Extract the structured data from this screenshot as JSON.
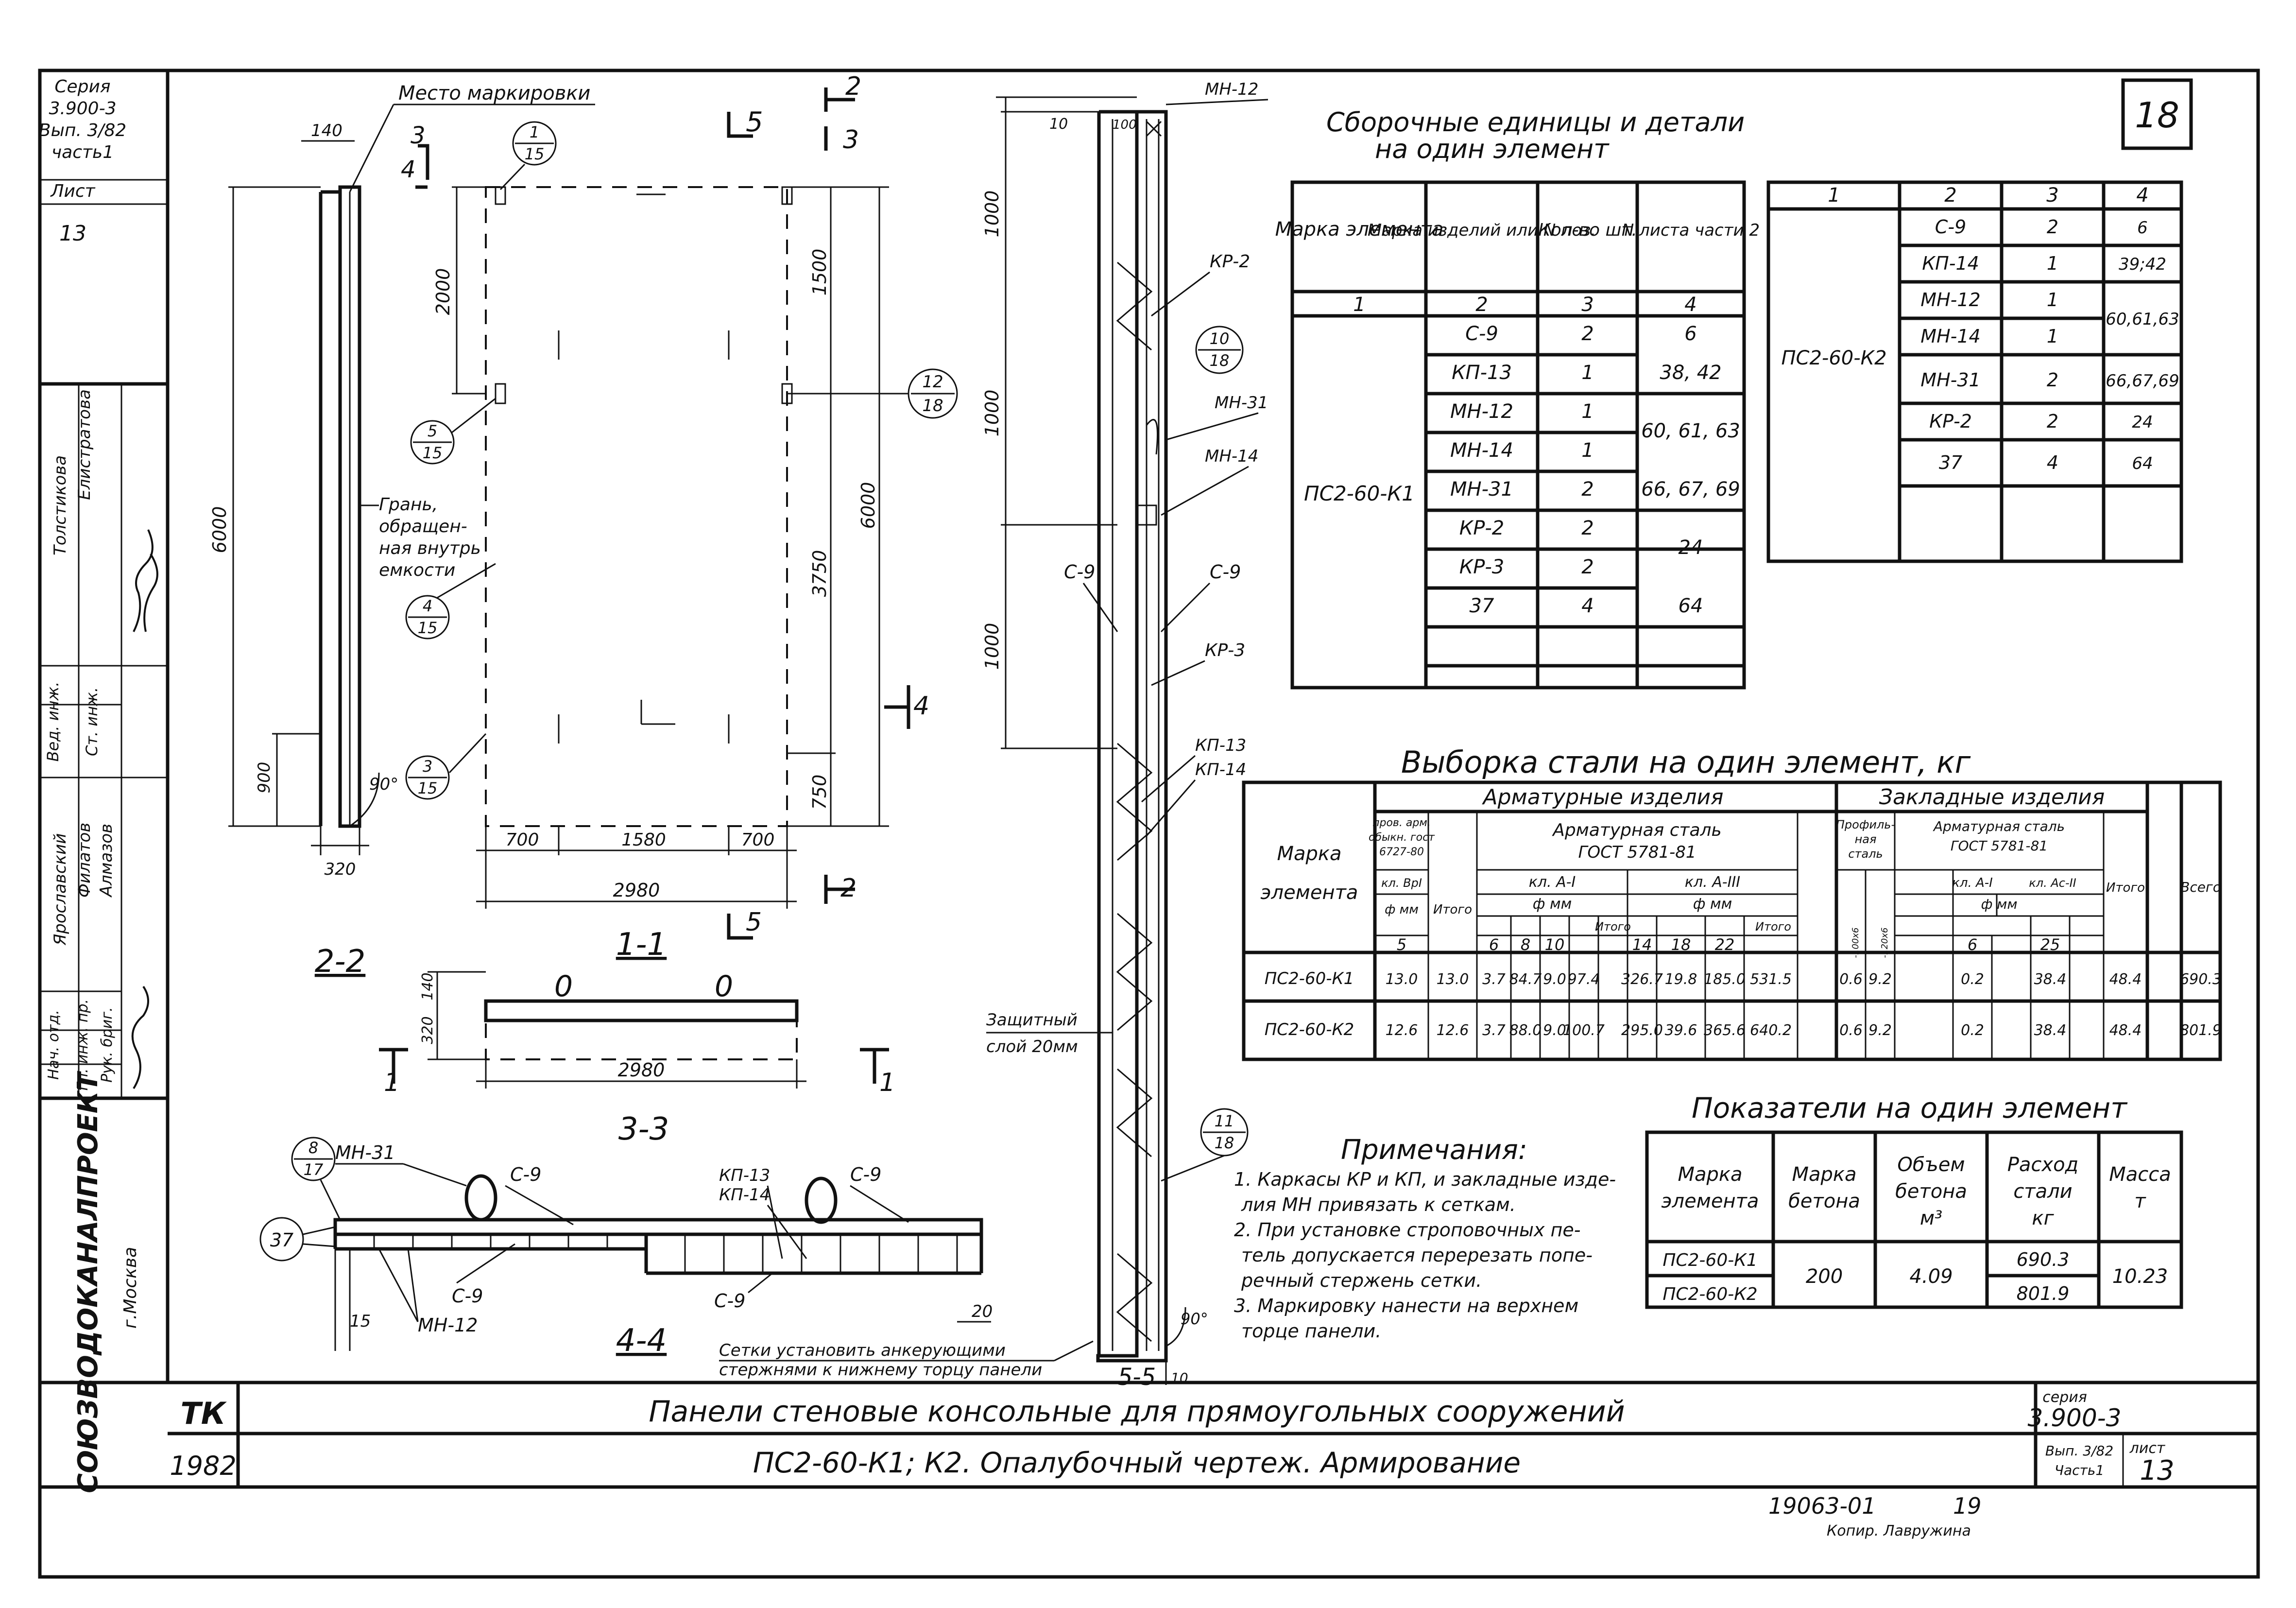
{
  "stamp_left": {
    "seriya_label": "Серия",
    "seriya_value": "3.900-3",
    "vyp": "Вып. 3/82",
    "chast": "часть1",
    "list_label": "Лист",
    "list_value": "13",
    "persons": [
      "Толстикова",
      "Елистратова",
      "Ярославский",
      "Филатов",
      "Алмазов"
    ],
    "roles": [
      "Вед. инж.",
      "Ст. инж.",
      "Нач. отд.",
      "Гл. инж. пр.",
      "Рук. бриг."
    ],
    "org": "СОЮЗВОДОКАНАЛПРОЕКТ",
    "city": "г.Москва"
  },
  "sheet_number": "18",
  "drawing": {
    "mark_place": "Место маркировки",
    "face_note": [
      "Грань,",
      "обращен-",
      "ная внутрь",
      "емкости"
    ],
    "sections": [
      "2-2",
      "1-1",
      "3-3",
      "4-4",
      "5-5"
    ],
    "cut_labels": [
      "5",
      "2",
      "3",
      "4",
      "2",
      "5",
      "4",
      "1",
      "1"
    ],
    "dims_22": [
      "140",
      "6000",
      "900",
      "320",
      "90°"
    ],
    "dims_11": [
      "2000",
      "1500",
      "3750",
      "6000",
      "750",
      "700",
      "1580",
      "700",
      "2980"
    ],
    "dims_33": [
      "140",
      "320",
      "2980"
    ],
    "dims_55": [
      "10",
      "100",
      "1000",
      "1000",
      "1000",
      "10",
      "90°"
    ],
    "dims_44": [
      "15",
      "20"
    ],
    "callouts": [
      {
        "top": "1",
        "bottom": "15"
      },
      {
        "top": "5",
        "bottom": "15"
      },
      {
        "top": "4",
        "bottom": "15"
      },
      {
        "top": "3",
        "bottom": "15"
      },
      {
        "top": "12",
        "bottom": "18"
      },
      {
        "top": "10",
        "bottom": "18"
      },
      {
        "top": "11",
        "bottom": "18"
      },
      {
        "top": "8",
        "bottom": "17"
      },
      {
        "single": "37"
      }
    ],
    "parts_55": [
      "МН-12",
      "КР-2",
      "МН-31",
      "МН-14",
      "С-9",
      "С-9",
      "КР-3",
      "КП-13",
      "КП-14"
    ],
    "protective_layer": [
      "Защитный",
      "слой 20мм"
    ],
    "parts_44": [
      "МН-31",
      "С-9",
      "КП-13",
      "КП-14",
      "С-9",
      "С-9",
      "МН-12",
      "С-9"
    ],
    "mesh_note": [
      "Сетки установить анкерующими",
      "стержнями к нижнему торцу панели"
    ]
  },
  "assembly_table": {
    "title": [
      "Сборочные единицы и детали",
      "на один элемент"
    ],
    "headers": [
      "Марка элемента",
      "Марка изделий или N поз.",
      "Кол-во шт.",
      "N листа части 2"
    ],
    "header_nums": [
      "1",
      "2",
      "3",
      "4"
    ],
    "element1": "ПС2-60-К1",
    "rows1": [
      [
        "С-9",
        "2",
        "6"
      ],
      [
        "КП-13",
        "1",
        "38, 42"
      ],
      [
        "МН-12",
        "1",
        "60, 61, 63"
      ],
      [
        "МН-14",
        "1",
        ""
      ],
      [
        "МН-31",
        "2",
        "66, 67, 69"
      ],
      [
        "КР-2",
        "2",
        "24"
      ],
      [
        "КР-3",
        "2",
        ""
      ],
      [
        "37",
        "4",
        "64"
      ]
    ],
    "element2": "ПС2-60-К2",
    "rows2": [
      [
        "С-9",
        "2",
        "6"
      ],
      [
        "КП-14",
        "1",
        "39;42"
      ],
      [
        "МН-12",
        "1",
        "60,61,63"
      ],
      [
        "МН-14",
        "1",
        ""
      ],
      [
        "МН-31",
        "2",
        "66,67,69"
      ],
      [
        "КР-2",
        "2",
        "24"
      ],
      [
        "37",
        "4",
        "64"
      ]
    ]
  },
  "steel_table": {
    "title": "Выборка стали на один элемент, кг",
    "h_mark": [
      "Марка",
      "элемента"
    ],
    "h_arm": "Арматурные изделия",
    "h_zakl": "Закладные изделия",
    "h_wire": [
      "пров. арм.",
      "обыкн. гост",
      "6727-80"
    ],
    "h_armsteel": [
      "Арматурная сталь",
      "ГОСТ 5781-81"
    ],
    "h_prof": [
      "Профиль-",
      "ная",
      "сталь"
    ],
    "h_armsteel2": [
      "Арматурная сталь",
      "ГОСТ 5781-81"
    ],
    "h_cl_bp": "кл. ВрI",
    "h_cl_a1": "кл. А-I",
    "h_cl_a3": "кл. А-III",
    "h_cl_a1b": "кл. А-I",
    "h_cl_ac": "кл. Ас-II",
    "h_phi": "ф мм",
    "h_itogo": "Итого",
    "h_vsego": "Всего",
    "diam": [
      "5",
      "6",
      "8",
      "10",
      "14",
      "18",
      "22",
      "-100х6",
      "-120х6",
      "6",
      "25"
    ],
    "rows": [
      [
        "ПС2-60-К1",
        "13.0",
        "13.0",
        "3.7",
        "84.7",
        "9.0",
        "97.4",
        "326.7",
        "19.8",
        "185.0",
        "531.5",
        "0.6",
        "9.2",
        "",
        "0.2",
        "",
        "38.4",
        "",
        "48.4",
        "690.3"
      ],
      [
        "ПС2-60-К2",
        "12.6",
        "12.6",
        "3.7",
        "88.0",
        "9.0",
        "100.7",
        "295.0",
        "39.6",
        "365.6",
        "640.2",
        "0.6",
        "9.2",
        "",
        "0.2",
        "",
        "38.4",
        "",
        "48.4",
        "801.9"
      ]
    ]
  },
  "indicators": {
    "title": "Показатели на один элемент",
    "headers": [
      [
        "Марка",
        "элемента"
      ],
      [
        "Марка",
        "бетона"
      ],
      [
        "Объем",
        "бетона",
        "м³"
      ],
      [
        "Расход",
        "стали",
        "кг"
      ],
      [
        "Масса",
        "т"
      ]
    ],
    "rows": [
      [
        "ПС2-60-К1",
        "690.3"
      ],
      [
        "ПС2-60-К2",
        "801.9"
      ]
    ],
    "concrete": "200",
    "volume": "4.09",
    "mass": "10.23"
  },
  "notes": {
    "title": "Примечания:",
    "lines": [
      "1. Каркасы КР и КП, и закладные изде-",
      "лия МН привязать к сеткам.",
      "2. При установке строповочных пе-",
      "тель допускается перерезать попе-",
      "речный стержень сетки.",
      "3. Маркировку нанести на верхнем",
      "торце панели."
    ]
  },
  "title_block": {
    "tk": "ТК",
    "year": "1982",
    "title": "Панели стеновые консольные для прямоугольных сооружений",
    "subtitle": "ПС2-60-К1; К2. Опалубочный чертеж. Армирование",
    "seriya_label": "серия",
    "seriya_value": "3.900-3",
    "vyp": "Вып. 3/82",
    "chast": "Часть1",
    "list_label": "лист",
    "list_value": "13"
  },
  "footer": {
    "code": "19063-01",
    "num": "19",
    "copied": "Копир. Лавружина"
  }
}
